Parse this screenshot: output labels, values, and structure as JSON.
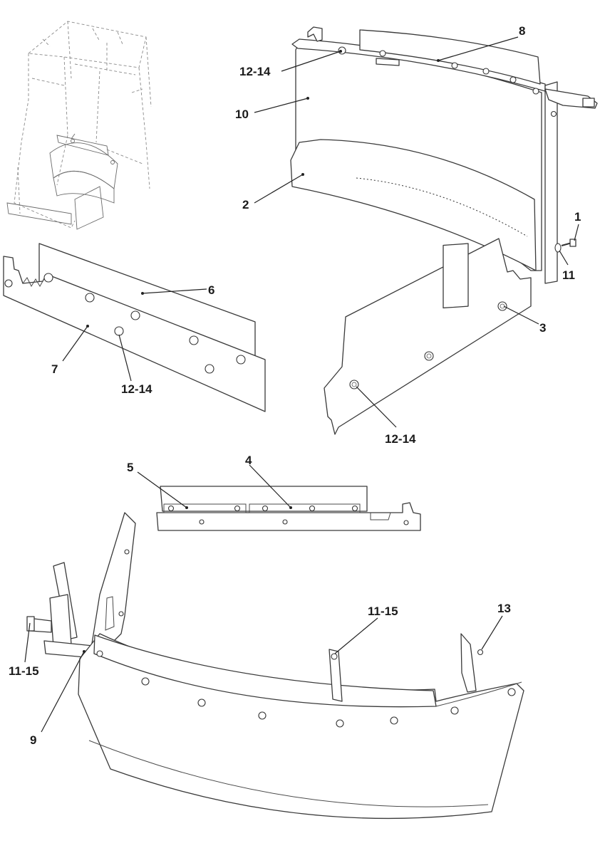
{
  "callouts": {
    "c1": "1",
    "c2": "2",
    "c3": "3",
    "c4": "4",
    "c5": "5",
    "c6": "6",
    "c7": "7",
    "c8": "8",
    "c9": "9",
    "c10": "10",
    "c11": "11",
    "c12_top": "12-14",
    "c12_mid_left": "12-14",
    "c12_mid_right": "12-14",
    "c11_15_left": "11-15",
    "c11_15_mid": "11-15",
    "c13": "13"
  },
  "colors": {
    "line": "#3a3a3a",
    "background": "#ffffff"
  }
}
